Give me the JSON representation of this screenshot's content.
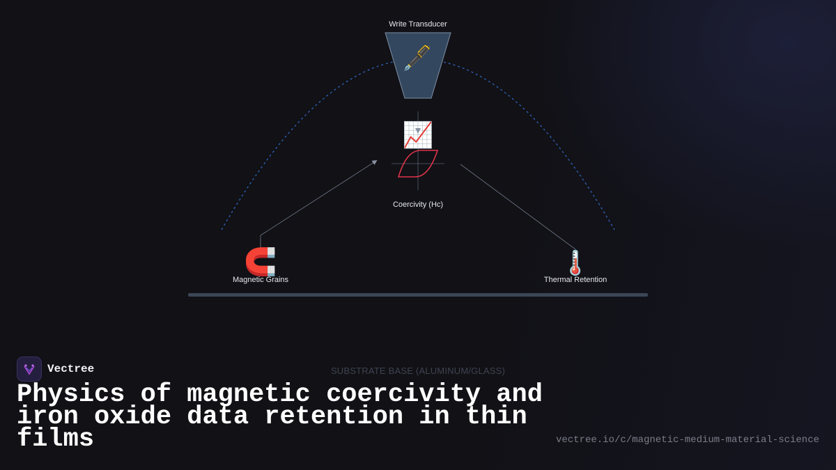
{
  "diagram": {
    "nodes": {
      "write_transducer": {
        "label": "Write Transducer",
        "icon": "pen-icon",
        "glyph": "🖋️"
      },
      "coercivity": {
        "label": "Coercivity (Hc)",
        "icon": "chart-increasing-icon",
        "glyph": "📈"
      },
      "magnetic_grains": {
        "label": "Magnetic Grains",
        "icon": "magnet-icon",
        "glyph": "🧲"
      },
      "thermal_retention": {
        "label": "Thermal Retention",
        "icon": "thermometer-icon",
        "glyph": "🌡️"
      }
    },
    "substrate_label": "SUBSTRATE BASE (ALUMINUM/GLASS)",
    "colors": {
      "arc": "#2f5fb0",
      "hysteresis": "#e0344a",
      "transducer_fill": "#33475e",
      "connector": "#6a7280",
      "substrate": "#3b4656"
    }
  },
  "brand": {
    "name": "Vectree",
    "icon": "vectree-logo-icon"
  },
  "title": "Physics of magnetic coercivity and iron oxide data retention in thin films",
  "url": "vectree.io/c/magnetic-medium-material-science"
}
